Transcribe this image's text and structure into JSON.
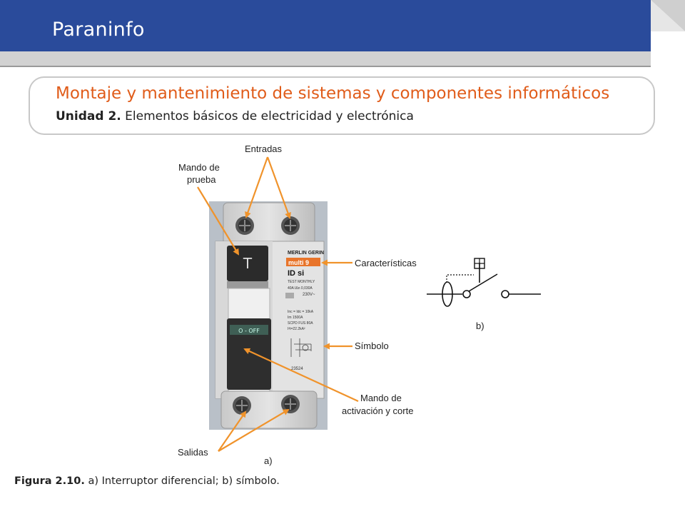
{
  "header": {
    "brand": "Paraninfo",
    "colors": {
      "band": "#2a4b9b",
      "accent_stripe": "#c9c9c9"
    }
  },
  "title_box": {
    "course_title": "Montaje y mantenimiento de sistemas y componentes informáticos",
    "unit_label": "Unidad 2.",
    "unit_text": " Elementos básicos de electricidad y electrónica"
  },
  "figure": {
    "labels": {
      "entradas": "Entradas",
      "mando_prueba_line1": "Mando de",
      "mando_prueba_line2": "prueba",
      "caracteristicas": "Características",
      "simbolo": "Símbolo",
      "mando_activacion_line1": "Mando de",
      "mando_activacion_line2": "activación y corte",
      "salidas": "Salidas",
      "part_a": "a)",
      "part_b": "b)"
    },
    "device_text": {
      "brand": "MERLIN GERIN",
      "model": "multi 9",
      "type": "ID  si",
      "test": "TEST MONTHLY",
      "rating": "40A  IΔn 0,030A",
      "voltage": "230V~",
      "spec1": "Inc = Idc = 10kA",
      "spec2": "Im 1500A",
      "spec3": "SCPD FUS 80A",
      "spec4": "I²t=22.2kA²",
      "ref": "23524",
      "test_button": "T",
      "off_label": "O - OFF"
    },
    "colors": {
      "arrow": "#f0932b",
      "model_badge": "#e8742a"
    }
  },
  "caption": {
    "label": "Figura 2.10.",
    "text": " a) Interruptor  diferencial;  b) símbolo."
  }
}
